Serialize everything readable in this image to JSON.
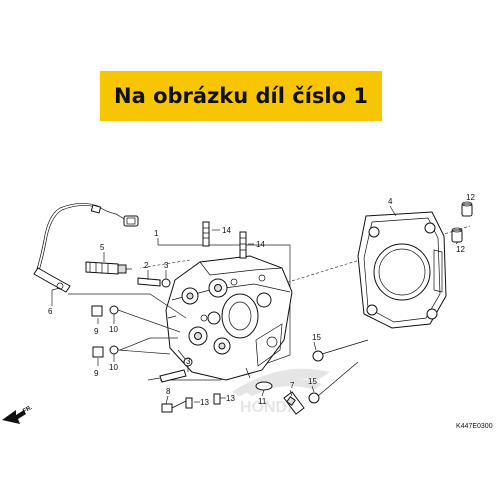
{
  "banner": {
    "text": "Na obrázku díl číslo 1",
    "color": "#f7c600"
  },
  "callouts": {
    "c1": "1",
    "c2": "2",
    "c3": "3",
    "c3b": "3",
    "c4": "4",
    "c5": "5",
    "c6": "6",
    "c7": "7",
    "c8": "8",
    "c9": "9",
    "c9b": "9",
    "c10": "10",
    "c10b": "10",
    "c11": "11",
    "c12": "12",
    "c12b": "12",
    "c13": "13",
    "c13b": "13",
    "c14": "14",
    "c14b": "14",
    "c15": "15",
    "c15b": "15"
  },
  "direction_label": "FR.",
  "diagram_code": "K447E0300",
  "watermark": "HONDA"
}
